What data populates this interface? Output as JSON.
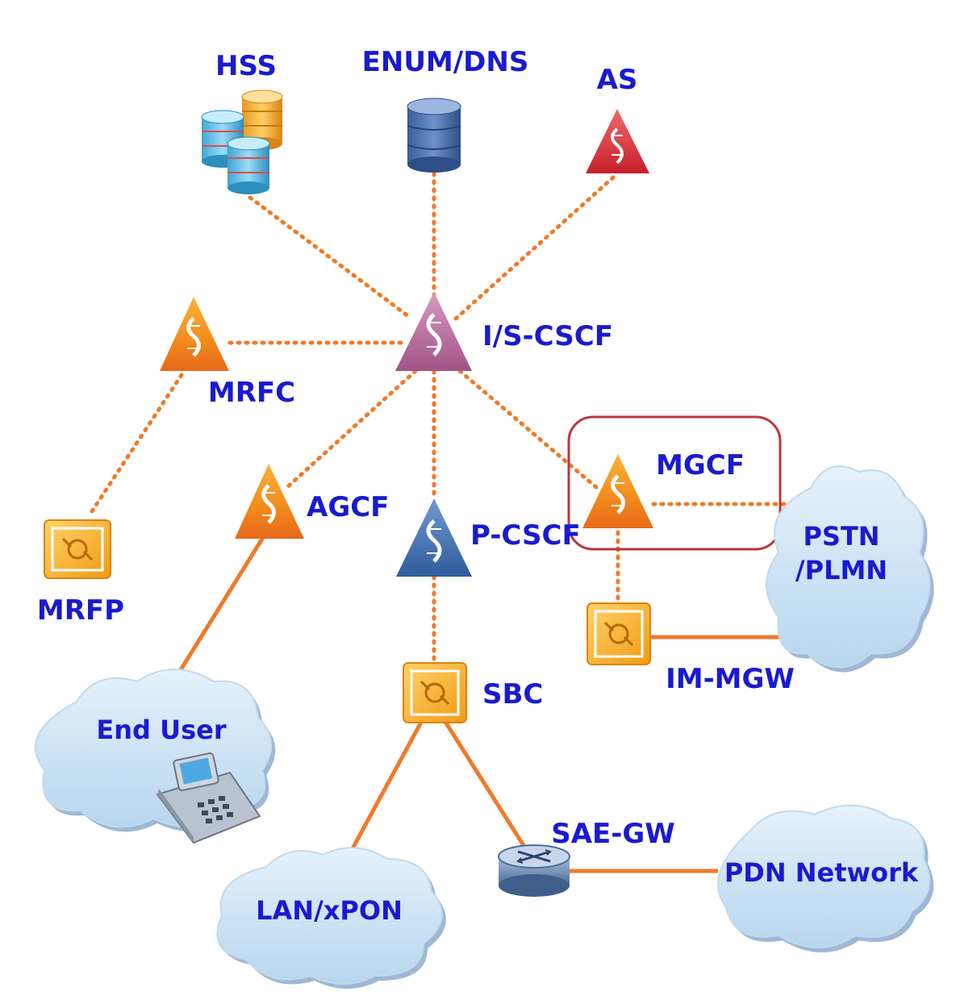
{
  "nodes": {
    "hss": "HSS",
    "enum_dns": "ENUM/DNS",
    "as": "AS",
    "is_cscf": "I/S-CSCF",
    "mrfc": "MRFC",
    "mrfp": "MRFP",
    "agcf": "AGCF",
    "p_cscf": "P-CSCF",
    "mgcf": "MGCF",
    "im_mgw": "IM-MGW",
    "sbc": "SBC",
    "sae_gw": "SAE-GW"
  },
  "clouds": {
    "pstn_line1": "PSTN",
    "pstn_line2": "/PLMN",
    "end_user": "End User",
    "lan_xpon": "LAN/xPON",
    "pdn": "PDN Network"
  },
  "colors": {
    "label": "#1a1ad0",
    "link": "#f07a2a",
    "highlight_box": "#b8373f"
  }
}
